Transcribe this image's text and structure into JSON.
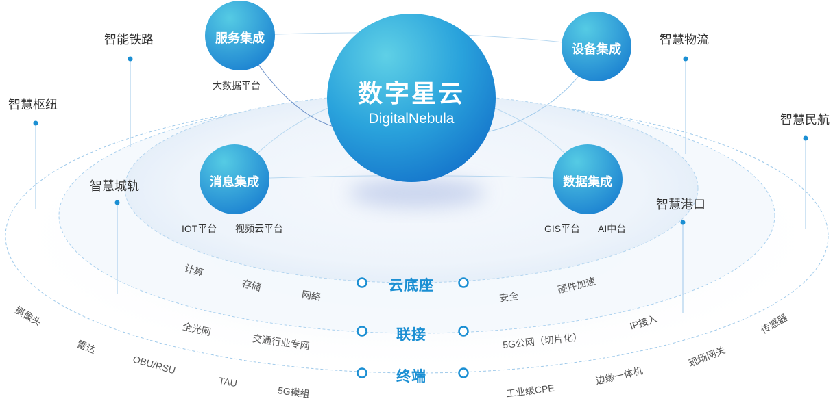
{
  "core": {
    "title_cn": "数字星云",
    "title_en": "DigitalNebula"
  },
  "integrations": [
    {
      "id": "service",
      "label": "服务集成",
      "sub": [
        "大数据平台"
      ]
    },
    {
      "id": "device",
      "label": "设备集成",
      "sub": []
    },
    {
      "id": "message",
      "label": "消息集成",
      "sub": [
        "IOT平台",
        "视频云平台"
      ]
    },
    {
      "id": "data",
      "label": "数据集成",
      "sub": [
        "GIS平台",
        "AI中台"
      ]
    }
  ],
  "industries": [
    "智能铁路",
    "智慧枢纽",
    "智慧城轨",
    "智慧物流",
    "智慧民航",
    "智慧港口"
  ],
  "layers": [
    {
      "label": "云底座",
      "left_items": [
        "计算",
        "存储",
        "网络"
      ],
      "right_items": [
        "安全",
        "硬件加速"
      ]
    },
    {
      "label": "联接",
      "left_items": [
        "全光网",
        "交通行业专网"
      ],
      "right_items": [
        "5G公网（切片化）",
        "IP接入"
      ]
    },
    {
      "label": "终端",
      "left_items": [
        "摄像头",
        "雷达",
        "OBU/RSU",
        "TAU",
        "5G模组"
      ],
      "right_items": [
        "工业级CPE",
        "边缘一体机",
        "现场网关",
        "传感器"
      ]
    }
  ],
  "colors": {
    "accent": "#1b8fd3",
    "line": "#5aaee0",
    "circle_light": "#4cc4e0",
    "circle_dark": "#1a86d4"
  }
}
